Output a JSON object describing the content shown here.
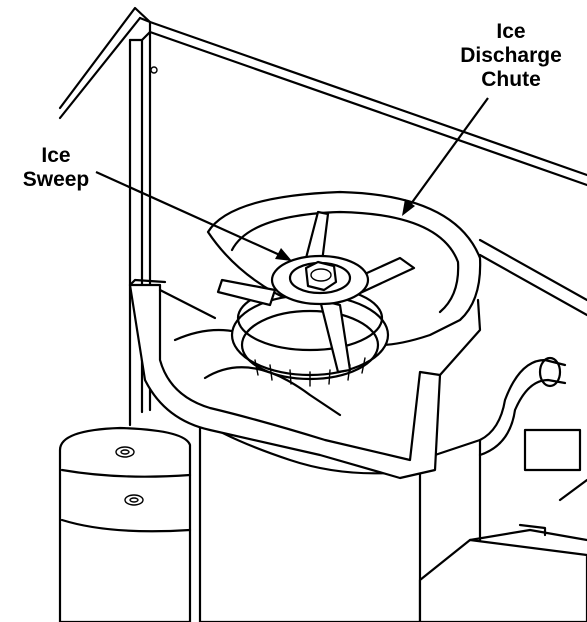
{
  "labels": {
    "ice_sweep": [
      "Ice",
      "Sweep"
    ],
    "ice_discharge_chute": [
      "Ice",
      "Discharge",
      "Chute"
    ]
  },
  "colors": {
    "line": "#000000",
    "background": "#ffffff"
  }
}
